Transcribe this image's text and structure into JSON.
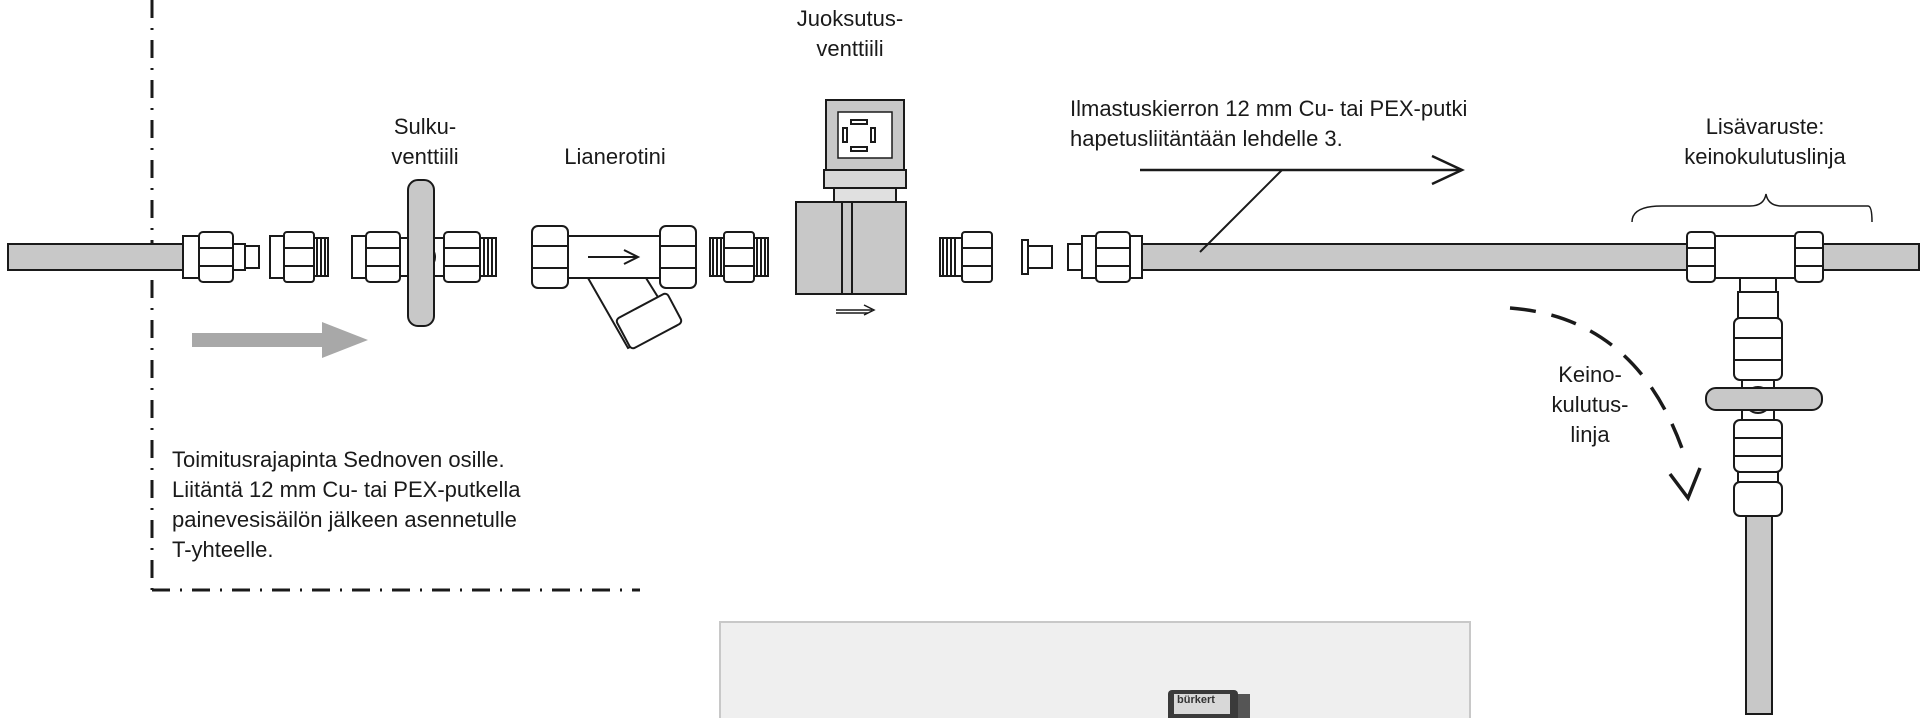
{
  "labels": {
    "juoksutus": [
      "Juoksutus-",
      "venttiili"
    ],
    "sulku": [
      "Sulku-",
      "venttiili"
    ],
    "lianerotin": [
      "Lianerotini"
    ],
    "ilmastus": [
      "Ilmastuskierron 12 mm Cu- tai PEX-putki",
      "hapetusliitäntään lehdelle 3."
    ],
    "lisavaruste": [
      "Lisävaruste:",
      "keinokulutuslinja"
    ],
    "keino": [
      "Keino-",
      "kulutus-",
      "linja"
    ],
    "toimitus": [
      "Toimitusrajapinta Sednoven osille.",
      "Liitäntä 12 mm Cu- tai PEX-putkella",
      "painevesisäilön jälkeen asennetulle",
      "T-yhteelle."
    ]
  },
  "product_photo": {
    "brand": "bürkert"
  }
}
